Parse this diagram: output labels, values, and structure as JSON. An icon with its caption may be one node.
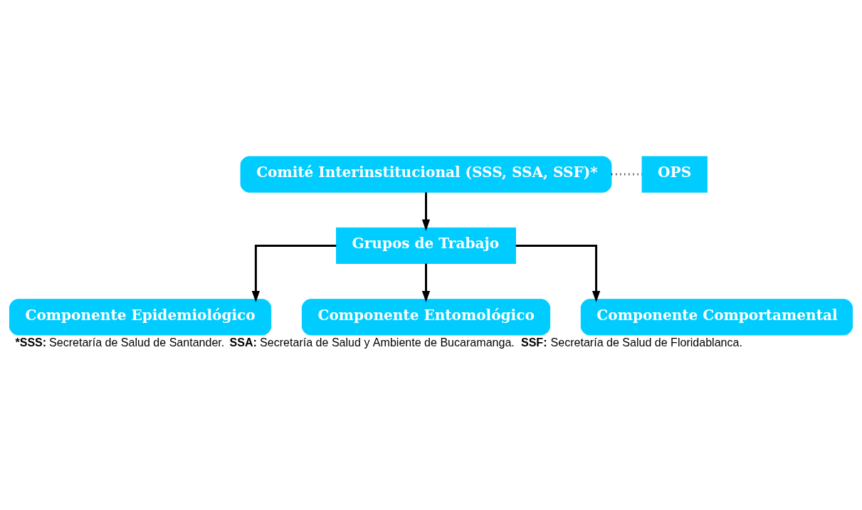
{
  "diagram": {
    "caption": "***SSS:** Secretaría de Salud de Santander. **SSA:** Secretaría de Salud y Ambiente de Bucaramanga. **SSF:** Secretaría de Salud de Floridablanca.",
    "nodes": [
      {
        "text": [
          "Comité Interinstitucional (SSS, SSA, SSF)*"
        ]
      },
      {
        "text": [
          "OPS"
        ]
      },
      {
        "text": [
          "Grupos de Trabajo"
        ]
      },
      {
        "text": [
          "Componente Epidemiológico"
        ]
      },
      {
        "text": [
          "Componente Entomológico"
        ]
      },
      {
        "text": [
          "Componente Comportamental"
        ]
      }
    ],
    "edges": [
      {
        "from": 0,
        "to": 1,
        "arrow": "none",
        "style": "dashed"
      },
      {
        "from": 0,
        "to": 2,
        "arrow": "to"
      },
      {
        "from": 2,
        "to": 3,
        "arrow": "to"
      },
      {
        "from": 2,
        "to": 4,
        "arrow": "to"
      },
      {
        "from": 2,
        "to": 5,
        "arrow": "to"
      }
    ]
  }
}
